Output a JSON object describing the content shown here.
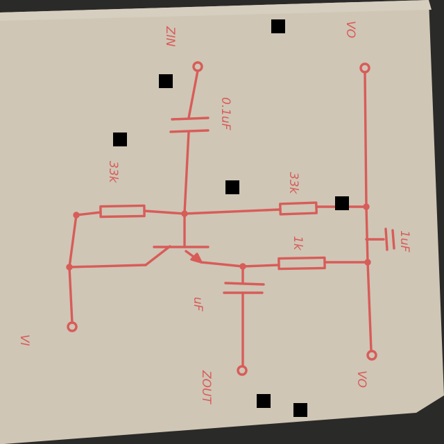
{
  "colors": {
    "background": "#2a2a28",
    "paper": "#cfc6b6",
    "ink": "#d85c58",
    "marker": "#000000"
  },
  "labels": {
    "top_left_terminal": "ZIN",
    "top_right_terminal": "VO",
    "left_terminal": "VI",
    "bottom_center_terminal": "ZOUT",
    "bottom_right_terminal": "VO",
    "cap_top": "0.1uF",
    "cap_bottom": "uF",
    "res_left": "33k",
    "res_right_top": "33k",
    "res_right_mid": "1k",
    "cap_right": "1uF"
  }
}
